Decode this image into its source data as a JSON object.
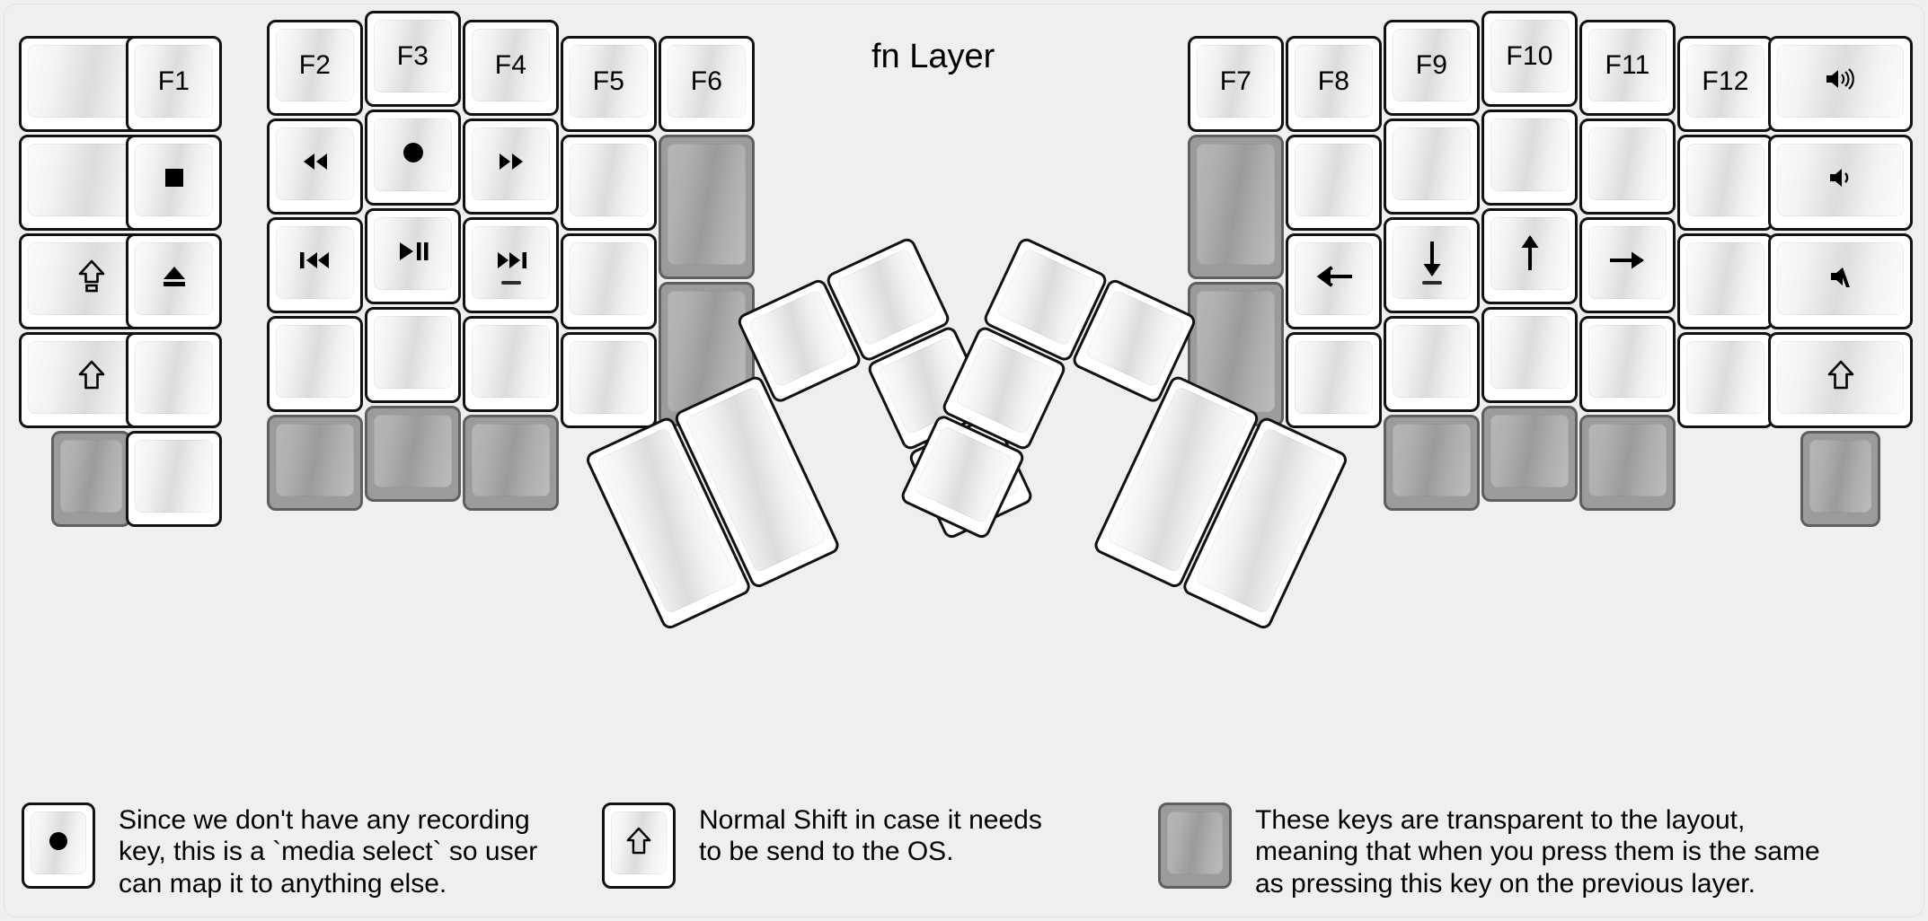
{
  "title": "fn Layer",
  "colors": {
    "background": "#efefef",
    "keycap_outline": "#111111",
    "transparent_key": "#9b9b9b",
    "text": "#000000"
  },
  "left_half": {
    "columns": [
      {
        "name": "outer-column",
        "keys": [
          {
            "label": "",
            "icon": "blank",
            "type": "normal",
            "unit": "1.5u"
          },
          {
            "label": "",
            "icon": "blank",
            "type": "normal",
            "unit": "1.5u"
          },
          {
            "label": "",
            "icon": "caps-lock-arrow-icon",
            "type": "normal",
            "unit": "1.5u"
          },
          {
            "label": "",
            "icon": "shift-arrow-icon",
            "type": "normal",
            "unit": "1.5u"
          },
          {
            "label": "",
            "icon": "blank",
            "type": "transparent",
            "unit": "1u"
          }
        ]
      },
      {
        "name": "pinky-column",
        "keys": [
          {
            "label": "F1",
            "icon": "text",
            "type": "normal"
          },
          {
            "label": "",
            "icon": "media-stop-icon",
            "type": "normal"
          },
          {
            "label": "",
            "icon": "media-eject-icon",
            "type": "normal"
          },
          {
            "label": "",
            "icon": "blank",
            "type": "normal"
          },
          {
            "label": "",
            "icon": "blank",
            "type": "normal"
          }
        ]
      },
      {
        "name": "ring-column",
        "keys": [
          {
            "label": "F2",
            "icon": "text",
            "type": "normal"
          },
          {
            "label": "",
            "icon": "media-rewind-icon",
            "type": "normal"
          },
          {
            "label": "",
            "icon": "media-previous-icon",
            "type": "normal"
          },
          {
            "label": "",
            "icon": "blank",
            "type": "normal"
          },
          {
            "label": "",
            "icon": "blank",
            "type": "transparent"
          }
        ]
      },
      {
        "name": "middle-column",
        "keys": [
          {
            "label": "F3",
            "icon": "text",
            "type": "normal"
          },
          {
            "label": "",
            "icon": "media-record-icon",
            "type": "normal"
          },
          {
            "label": "",
            "icon": "media-play-pause-icon",
            "type": "normal"
          },
          {
            "label": "",
            "icon": "blank",
            "type": "normal"
          },
          {
            "label": "",
            "icon": "blank",
            "type": "transparent"
          }
        ]
      },
      {
        "name": "index-column",
        "keys": [
          {
            "label": "F4",
            "icon": "text",
            "type": "normal"
          },
          {
            "label": "",
            "icon": "media-fast-forward-icon",
            "type": "normal"
          },
          {
            "label": "",
            "icon": "media-next-icon",
            "type": "normal",
            "homing": true
          },
          {
            "label": "",
            "icon": "blank",
            "type": "normal"
          },
          {
            "label": "",
            "icon": "blank",
            "type": "transparent"
          }
        ]
      },
      {
        "name": "inner-index-column",
        "keys": [
          {
            "label": "F5",
            "icon": "text",
            "type": "normal"
          },
          {
            "label": "",
            "icon": "blank",
            "type": "normal"
          },
          {
            "label": "",
            "icon": "blank",
            "type": "normal"
          },
          {
            "label": "",
            "icon": "blank",
            "type": "normal"
          }
        ]
      },
      {
        "name": "inner-column",
        "keys": [
          {
            "label": "F6",
            "icon": "text",
            "type": "normal"
          },
          {
            "label": "",
            "icon": "blank",
            "type": "transparent",
            "unit": "1.5u-tall"
          },
          {
            "label": "",
            "icon": "blank",
            "type": "transparent",
            "unit": "1.5u-tall"
          }
        ]
      }
    ],
    "thumb_cluster": [
      {
        "name": "thumb-big-outer",
        "label": "",
        "icon": "blank",
        "type": "normal",
        "unit": "2u"
      },
      {
        "name": "thumb-big-inner",
        "label": "",
        "icon": "blank",
        "type": "normal",
        "unit": "2u"
      },
      {
        "name": "thumb-top-left",
        "label": "",
        "icon": "blank",
        "type": "normal"
      },
      {
        "name": "thumb-top-right",
        "label": "",
        "icon": "blank",
        "type": "normal"
      },
      {
        "name": "thumb-mid-right",
        "label": "",
        "icon": "blank",
        "type": "normal"
      },
      {
        "name": "thumb-bottom-right",
        "label": "",
        "icon": "blank",
        "type": "normal"
      }
    ]
  },
  "right_half": {
    "columns": [
      {
        "name": "inner-column",
        "keys": [
          {
            "label": "F7",
            "icon": "text",
            "type": "normal"
          },
          {
            "label": "",
            "icon": "blank",
            "type": "transparent",
            "unit": "1.5u-tall"
          },
          {
            "label": "",
            "icon": "blank",
            "type": "transparent",
            "unit": "1.5u-tall"
          }
        ]
      },
      {
        "name": "inner-index-column",
        "keys": [
          {
            "label": "F8",
            "icon": "text",
            "type": "normal"
          },
          {
            "label": "",
            "icon": "blank",
            "type": "normal"
          },
          {
            "label": "",
            "icon": "arrow-left-icon",
            "type": "normal"
          },
          {
            "label": "",
            "icon": "blank",
            "type": "normal"
          }
        ]
      },
      {
        "name": "index-column",
        "keys": [
          {
            "label": "F9",
            "icon": "text",
            "type": "normal"
          },
          {
            "label": "",
            "icon": "blank",
            "type": "normal"
          },
          {
            "label": "",
            "icon": "arrow-down-icon",
            "type": "normal",
            "homing": true
          },
          {
            "label": "",
            "icon": "blank",
            "type": "normal"
          },
          {
            "label": "",
            "icon": "blank",
            "type": "transparent"
          }
        ]
      },
      {
        "name": "middle-column",
        "keys": [
          {
            "label": "F10",
            "icon": "text",
            "type": "normal"
          },
          {
            "label": "",
            "icon": "blank",
            "type": "normal"
          },
          {
            "label": "",
            "icon": "arrow-up-icon",
            "type": "normal"
          },
          {
            "label": "",
            "icon": "blank",
            "type": "normal"
          },
          {
            "label": "",
            "icon": "blank",
            "type": "transparent"
          }
        ]
      },
      {
        "name": "ring-column",
        "keys": [
          {
            "label": "F11",
            "icon": "text",
            "type": "normal"
          },
          {
            "label": "",
            "icon": "blank",
            "type": "normal"
          },
          {
            "label": "",
            "icon": "arrow-right-icon",
            "type": "normal"
          },
          {
            "label": "",
            "icon": "blank",
            "type": "normal"
          },
          {
            "label": "",
            "icon": "blank",
            "type": "transparent"
          }
        ]
      },
      {
        "name": "pinky-column",
        "keys": [
          {
            "label": "F12",
            "icon": "text",
            "type": "normal"
          },
          {
            "label": "",
            "icon": "blank",
            "type": "normal"
          },
          {
            "label": "",
            "icon": "blank",
            "type": "normal"
          },
          {
            "label": "",
            "icon": "blank",
            "type": "normal"
          }
        ]
      },
      {
        "name": "outer-column",
        "keys": [
          {
            "label": "",
            "icon": "volume-up-icon",
            "type": "normal",
            "unit": "1.5u"
          },
          {
            "label": "",
            "icon": "volume-down-icon",
            "type": "normal",
            "unit": "1.5u"
          },
          {
            "label": "",
            "icon": "volume-mute-icon",
            "type": "normal",
            "unit": "1.5u"
          },
          {
            "label": "",
            "icon": "shift-arrow-icon",
            "type": "normal",
            "unit": "1.5u"
          },
          {
            "label": "",
            "icon": "blank",
            "type": "transparent",
            "unit": "1u"
          }
        ]
      }
    ],
    "thumb_cluster": [
      {
        "name": "thumb-big-outer",
        "label": "",
        "icon": "blank",
        "type": "normal",
        "unit": "2u"
      },
      {
        "name": "thumb-big-inner",
        "label": "",
        "icon": "blank",
        "type": "normal",
        "unit": "2u"
      },
      {
        "name": "thumb-top-right",
        "label": "",
        "icon": "blank",
        "type": "normal"
      },
      {
        "name": "thumb-top-left",
        "label": "",
        "icon": "blank",
        "type": "normal"
      },
      {
        "name": "thumb-mid-left",
        "label": "",
        "icon": "blank",
        "type": "normal"
      },
      {
        "name": "thumb-bottom-left",
        "label": "",
        "icon": "blank",
        "type": "normal"
      }
    ]
  },
  "legend": [
    {
      "icon": "media-record-icon",
      "key_type": "normal",
      "text": "Since we don't have any recording\nkey, this is a `media select` so user\ncan map it to anything else."
    },
    {
      "icon": "shift-arrow-icon",
      "key_type": "normal",
      "text": "Normal Shift in case it needs\nto be send to the OS."
    },
    {
      "icon": "blank",
      "key_type": "transparent",
      "text": "These keys are transparent to the layout,\nmeaning that when you press them is the same\nas pressing this key on the previous layer."
    }
  ]
}
